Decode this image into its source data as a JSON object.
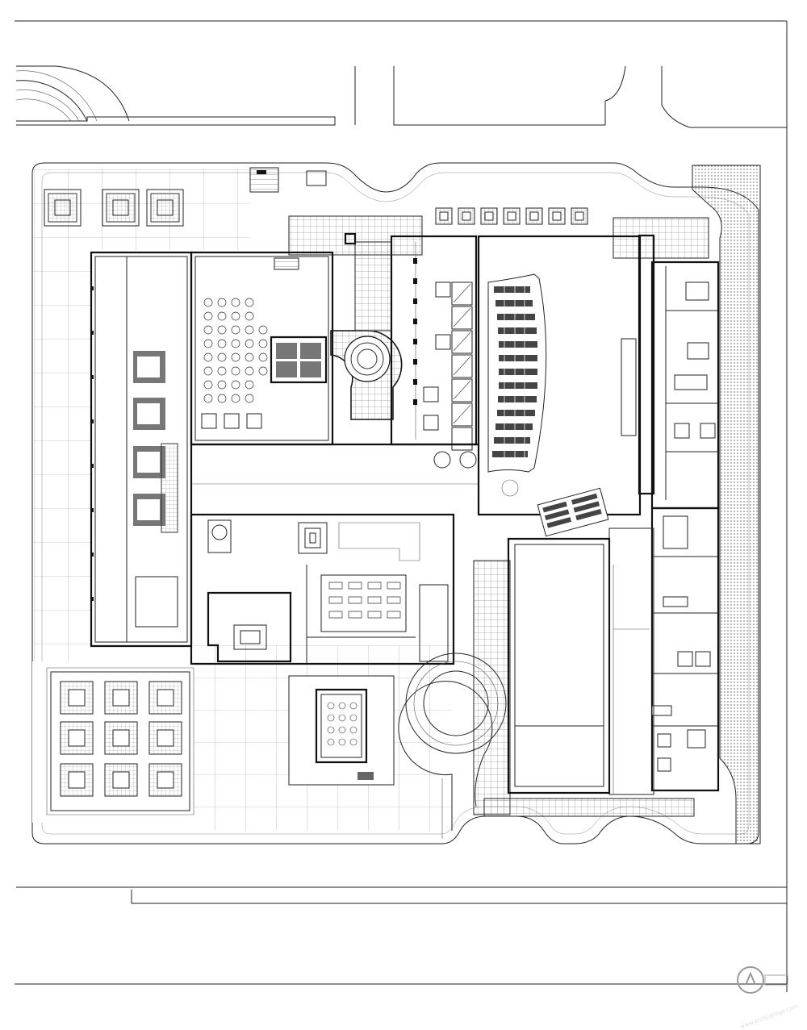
{
  "drawing": {
    "type": "architectural site and ground floor plan",
    "line_color": "#222222",
    "background_color": "#ffffff",
    "hatch_color": "#555555"
  },
  "watermark": {
    "icon": "site-logo-watermark",
    "text": "www.archcollege.com"
  }
}
